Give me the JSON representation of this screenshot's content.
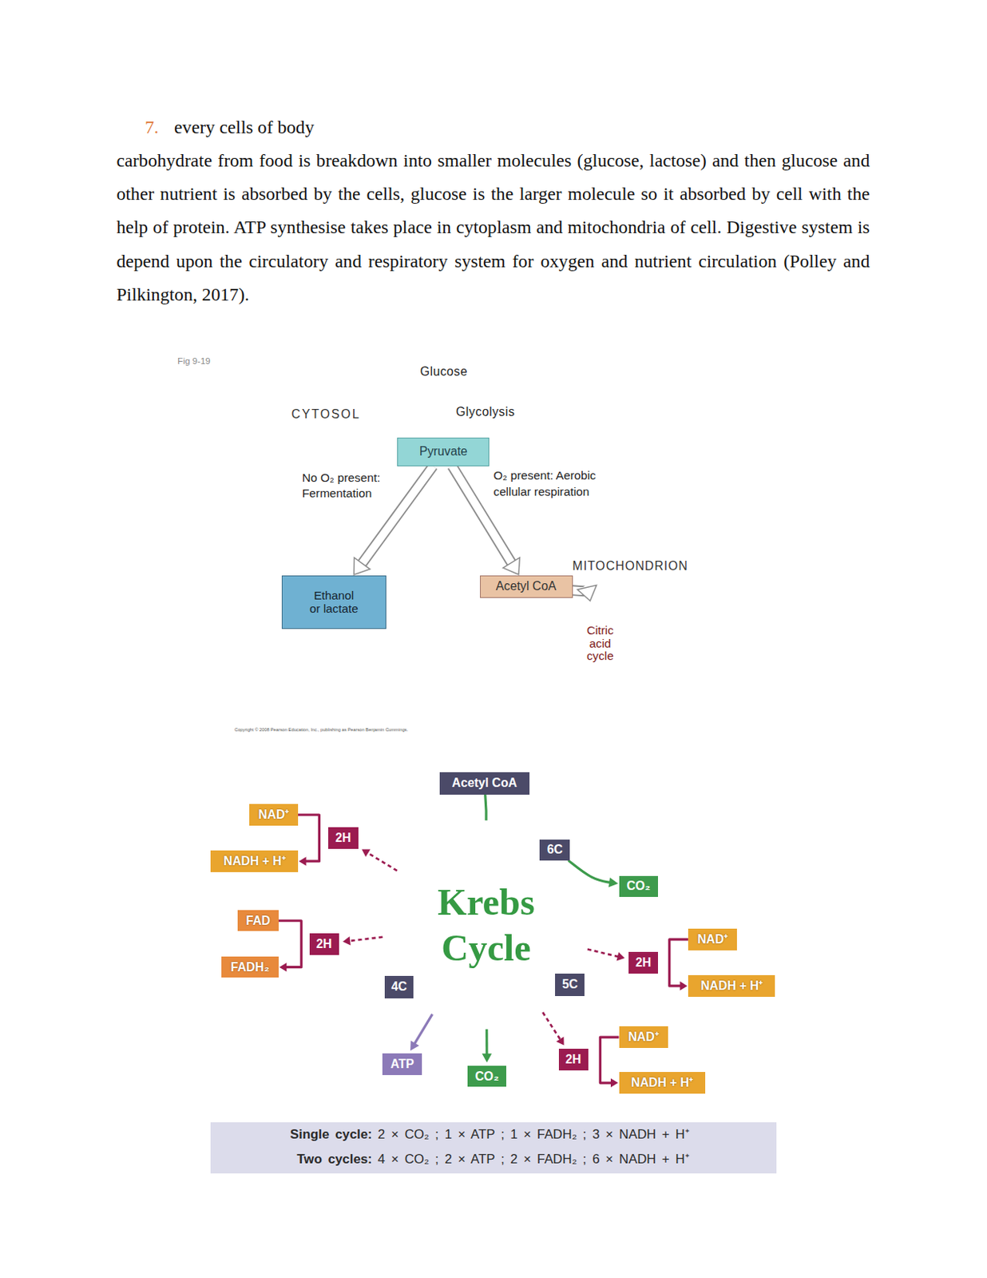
{
  "diagram": {
    "title": "every cells of body",
    "nodes": [
      {
        "text": [
          "CYTOSOL"
        ]
      },
      {
        "text": [
          "Pyruvate"
        ],
        "in": 0
      },
      {
        "text": [
          "Ethanol or lactate"
        ],
        "in": 0
      },
      {
        "text": [
          "MITOCHONDRION"
        ],
        "in": 0
      },
      {
        "text": [
          "Acetyl CoA"
        ],
        "in": 3
      },
      {
        "text": [
          "Citric acid cycle"
        ],
        "in": 3
      },
      {
        "text": [
          "Acetyl CoA"
        ]
      },
      {
        "text": [
          "NAD⁺"
        ]
      },
      {
        "text": [
          "2H"
        ]
      },
      {
        "text": [
          "6C"
        ]
      },
      {
        "text": [
          "CO₂"
        ]
      },
      {
        "text": [
          "NADH + H⁺"
        ]
      },
      {
        "text": [
          "Krebs Cycle"
        ]
      },
      {
        "text": [
          "FAD"
        ]
      },
      {
        "text": [
          "2H"
        ]
      },
      {
        "text": [
          "NAD⁺"
        ]
      },
      {
        "text": [
          "2H"
        ]
      },
      {
        "text": [
          "FADH₂"
        ]
      },
      {
        "text": [
          "4C"
        ]
      },
      {
        "text": [
          "5C"
        ]
      },
      {
        "text": [
          "NADH + H⁺"
        ]
      },
      {
        "text": [
          "NAD⁺"
        ]
      },
      {
        "text": [
          "ATP"
        ]
      },
      {
        "text": [
          "CO₂"
        ]
      },
      {
        "text": [
          "2H"
        ]
      },
      {
        "text": [
          "NADH + H⁺"
        ]
      },
      {
        "text": [
          "Single cycle:",
          "2 × CO₂ ; 1 × ATP ; 1 × FADH₂ ; 3 × NADH + H⁺",
          "Two cycles:",
          "4 × CO₂ ; 2 × ATP ; 2 × FADH₂ ; 6 × NADH + H⁺"
        ]
      }
    ],
    "edges": [
      {
        "from": 1,
        "to": 2,
        "arrow": "to"
      },
      {
        "from": 1,
        "to": 4,
        "arrow": "to"
      },
      {
        "from": 4,
        "to": 5,
        "arrow": "to"
      },
      {
        "from": 6,
        "to": 12,
        "arrow": "none"
      },
      {
        "from": 9,
        "to": 10,
        "arrow": "to"
      },
      {
        "from": 12,
        "to": 8,
        "arrow": "to"
      },
      {
        "from": 7,
        "to": 11,
        "arrow": "to"
      },
      {
        "from": 12,
        "to": 14,
        "arrow": "to"
      },
      {
        "from": 13,
        "to": 17,
        "arrow": "to"
      },
      {
        "from": 12,
        "to": 16,
        "arrow": "to"
      },
      {
        "from": 15,
        "to": 20,
        "arrow": "to"
      },
      {
        "from": 12,
        "to": 24,
        "arrow": "to"
      },
      {
        "from": 21,
        "to": 25,
        "arrow": "to"
      },
      {
        "from": 12,
        "to": 22,
        "arrow": "to"
      },
      {
        "from": 12,
        "to": 23,
        "arrow": "to"
      }
    ],
    "labels": [
      "7.",
      "carbohydrate from food is breakdown into smaller molecules (glucose, lactose) and then glucose and other nutrient is absorbed by the cells, glucose is the larger molecule so it absorbed by cell with the help of protein. ATP synthesise takes place in cytoplasm and mitochondria of cell. Digestive system is depend upon the circulatory and respiratory system for oxygen and nutrient circulation (Polley and Pilkington, 2017).",
      "Fig 9-19",
      "Glucose",
      "Glycolysis",
      "No O₂ present: Fermentation",
      "O₂ present: Aerobic cellular respiration",
      "Copyright © 2008 Pearson Education, Inc., publishing as Pearson Benjamin Cummings."
    ]
  }
}
